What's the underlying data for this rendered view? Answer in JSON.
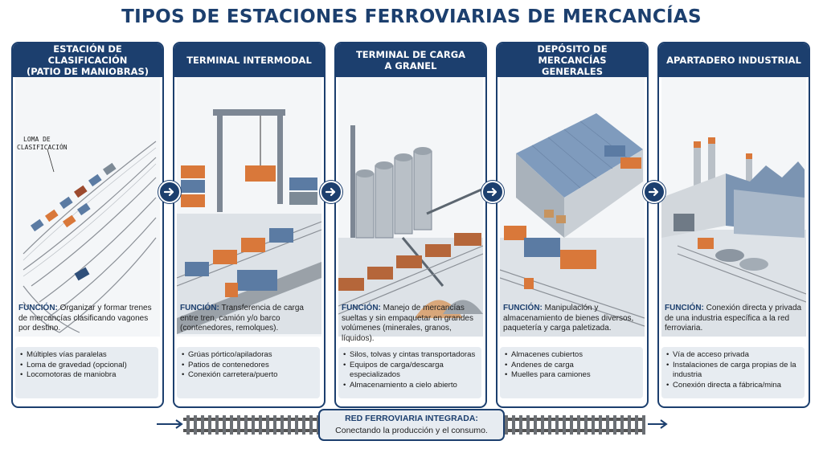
{
  "title": "TIPOS DE ESTACIONES FERROVIARIAS DE MERCANCÍAS",
  "function_label": "FUNCIÓN:",
  "stations": [
    {
      "header": [
        "ESTACIÓN DE CLASIFICACIÓN",
        "(PATIO DE MANIOBRAS)"
      ],
      "callout": [
        "LOMA DE",
        "CLASIFICACIÓN"
      ],
      "function": "Organizar y formar trenes de mercancías clasificando vagones por destino.",
      "features": [
        "Múltiples vías paralelas",
        "Loma de gravedad (opcional)",
        "Locomotoras de maniobra"
      ]
    },
    {
      "header": [
        "TERMINAL INTERMODAL",
        ""
      ],
      "function": "Transferencia de carga entre tren, camión y/o barco (contenedores, remolques).",
      "features": [
        "Grúas pórtico/apiladoras",
        "Patios de contenedores",
        "Conexión carretera/puerto"
      ]
    },
    {
      "header": [
        "TERMINAL DE CARGA",
        "A GRANEL"
      ],
      "function": "Manejo de mercancías sueltas y sin empaquetar en grandes volúmenes (minerales, granos, líquidos).",
      "features": [
        "Silos, tolvas y cintas transportadoras",
        "Equipos de carga/descarga especializados",
        "Almacenamiento a cielo abierto"
      ]
    },
    {
      "header": [
        "DEPÓSITO DE MERCANCÍAS",
        "GENERALES"
      ],
      "function": "Manipulación y almacenamiento de bienes diversos, paquetería y carga paletizada.",
      "features": [
        "Almacenes cubiertos",
        "Andenes de carga",
        "Muelles para camiones"
      ]
    },
    {
      "header": [
        "APARTADERO INDUSTRIAL",
        ""
      ],
      "function": "Conexión directa y privada de una industria específica a la red ferroviaria.",
      "features": [
        "Vía de acceso privada",
        "Instalaciones de carga propias de la industria",
        "Conexión directa a fábrica/mina"
      ]
    }
  ],
  "network": {
    "title": "RED FERROVIARIA INTEGRADA:",
    "subtitle": "Conectando la producción y el consumo."
  },
  "colors": {
    "navy": "#1c3f6e",
    "container_orange": "#d9783a",
    "container_blue": "#5b7ba3",
    "panel_gray": "#e7ecf1"
  }
}
